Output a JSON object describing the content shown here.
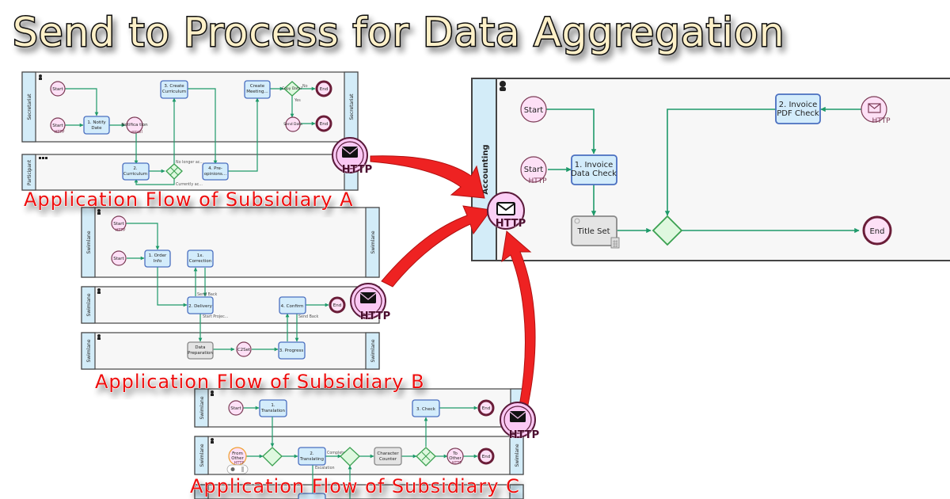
{
  "title": "Send to Process for Data Aggregation",
  "captions": {
    "a": "Application Flow of Subsidiary A",
    "b": "Application Flow of Subsidiary B",
    "c": "Application Flow of Subsidiary C"
  },
  "http_badge": {
    "label": "HTTP",
    "icon": "envelope-icon"
  },
  "subsidiary_a": {
    "lanes": [
      {
        "label": "Secretariat",
        "icon": "person-icon"
      },
      {
        "label": "Participant",
        "icon": "group-icon"
      }
    ],
    "nodes": {
      "start": "Start",
      "start_http": "Start",
      "http_sub": "HTTP",
      "notify_date": [
        "1. Notify",
        "Date"
      ],
      "notification": "Notifica tion",
      "email_sub": "email",
      "create_curriculum": [
        "3. Create",
        "Curriculum"
      ],
      "create_meeting": [
        "Create",
        "Meeting..."
      ],
      "copy_data": "Copy Data?",
      "no_label": "No",
      "yes_label": "Yes",
      "end1": "End",
      "send_data": "Send Data",
      "end2": "End",
      "curriculum": [
        "2.",
        "Curriculum"
      ],
      "pre_opinions": [
        "4. Pre-",
        "opinions..."
      ],
      "no_longer": "No longer ac...",
      "currently": "Currently ac..."
    }
  },
  "subsidiary_b": {
    "lanes": [
      {
        "label": "Swimlane"
      },
      {
        "label": "Swimlane"
      },
      {
        "label": "Swimlane"
      }
    ],
    "nodes": {
      "start_http": "Start",
      "http_sub": "HTTP",
      "start": "Start",
      "order_info": [
        "1. Order",
        "Info"
      ],
      "correction": [
        "1x.",
        "Correction"
      ],
      "send_back_1": "Send Back",
      "delivery": "2. Delivery",
      "start_project": "Start Projec...",
      "confirm": "4. Confirm",
      "end": "End",
      "send_back_2": "Send Back",
      "data_prep": [
        "Data",
        "Preparation"
      ],
      "c2set": "C2Set",
      "progress": "3. Progress"
    }
  },
  "subsidiary_c": {
    "lanes": [
      {
        "label": "Swimlane"
      },
      {
        "label": "Swimlane"
      }
    ],
    "nodes": {
      "start": "Start",
      "translation": [
        "1.",
        "Translation"
      ],
      "check": "3. Check",
      "end1": "End",
      "from_other": [
        "From",
        "Other"
      ],
      "http_sub": "HTTP",
      "translating": [
        "2.",
        "Translating"
      ],
      "completed": "Completed",
      "escalation": "Escalation",
      "char_counter": [
        "Character",
        "Counter"
      ],
      "to_other": [
        "To",
        "Other"
      ],
      "end2": "End"
    }
  },
  "accounting": {
    "lane_label": "Accounting",
    "nodes": {
      "start": "Start",
      "start_http": "Start",
      "http_sub": "HTTP",
      "invoice_data_check": [
        "1. Invoice",
        "Data Check"
      ],
      "title_set": "Title Set",
      "invoice_pdf_check": [
        "2. Invoice",
        "PDF Check"
      ],
      "receive_http": "HTTP",
      "end": "End"
    }
  },
  "colors": {
    "arrow": "#ee2222",
    "flow": "#1e9a6a",
    "task_fill": "#d3ecfb",
    "event_fill": "#fde0f6",
    "caption": "#ee1111",
    "title_fill": "#fdf0c8"
  }
}
